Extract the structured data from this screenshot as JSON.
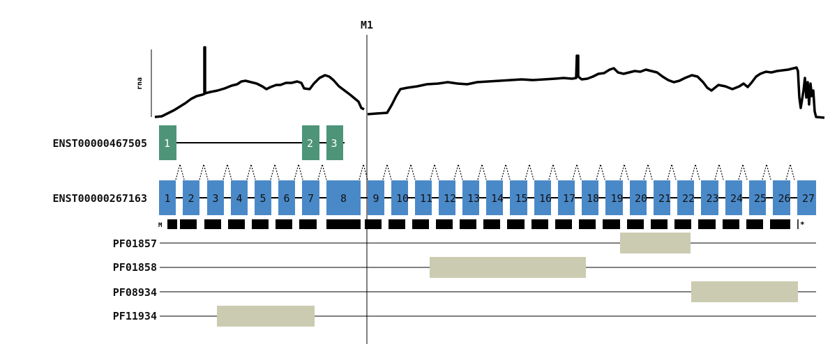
{
  "marker": {
    "label": "M1"
  },
  "track": {
    "ylabel": "rna"
  },
  "colors": {
    "tx1": "#4e9479",
    "tx2": "#4a89c8",
    "domain": "#cbcbb1",
    "line": "#000000"
  },
  "transcripts": [
    {
      "id": "ENST00000467505",
      "exons": [
        "1",
        "2",
        "3"
      ]
    },
    {
      "id": "ENST00000267163",
      "exons": [
        "1",
        "2",
        "3",
        "4",
        "5",
        "6",
        "7",
        "8",
        "9",
        "10",
        "11",
        "12",
        "13",
        "14",
        "15",
        "16",
        "17",
        "18",
        "19",
        "20",
        "21",
        "22",
        "23",
        "24",
        "25",
        "26",
        "27"
      ]
    }
  ],
  "cds": {
    "start_label": "M",
    "stop_label": "*"
  },
  "domains": [
    {
      "id": "PF01857"
    },
    {
      "id": "PF01858"
    },
    {
      "id": "PF08934"
    },
    {
      "id": "PF11934"
    }
  ]
}
